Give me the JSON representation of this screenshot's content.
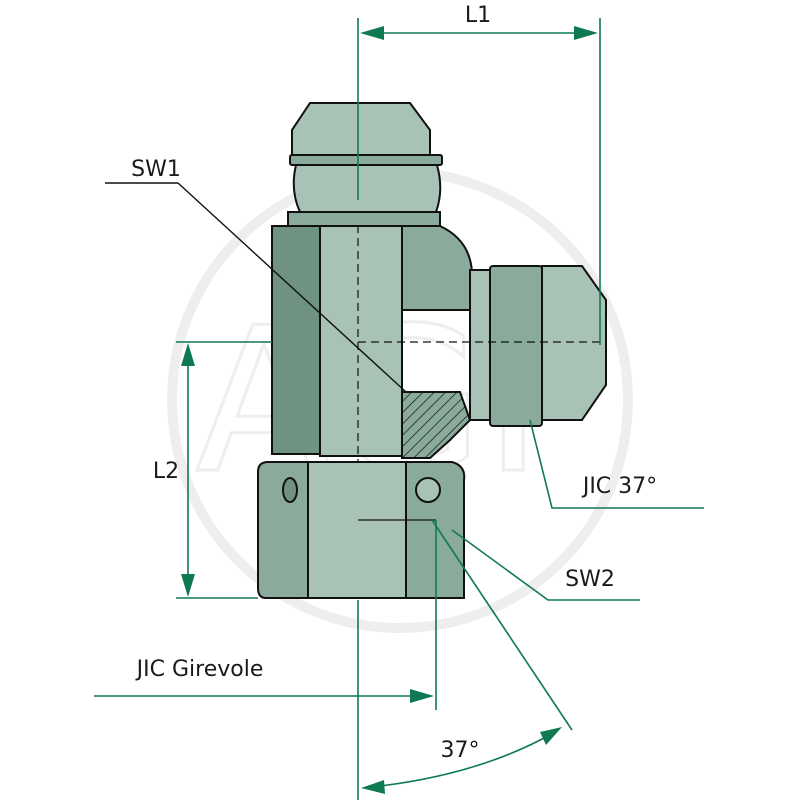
{
  "labels": {
    "l1": "L1",
    "l2": "L2",
    "sw1": "SW1",
    "sw2": "SW2",
    "jic37": "JIC 37°",
    "jic_girevole": "JIC Girevole",
    "angle": "37°"
  },
  "watermark": "AGP",
  "colors": {
    "dimension": "#0f7a52",
    "body_mid": "#8aaa9c",
    "body_light": "#a8c2b6",
    "body_dark": "#6f9283"
  }
}
